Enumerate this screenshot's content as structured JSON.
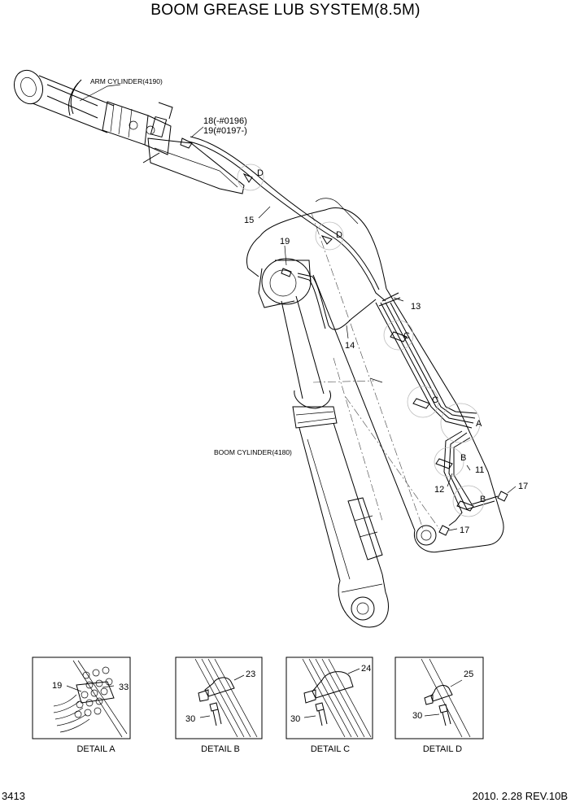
{
  "title": "BOOM GREASE LUB SYSTEM(8.5M)",
  "footer": {
    "page_number": "3413",
    "date_revision": "2010. 2.28  REV.10B"
  },
  "callouts": {
    "arm_cylinder": "ARM CYLINDER(4190)",
    "boom_cylinder": "BOOM CYLINDER(4180)",
    "p18": "18(-#0196)",
    "p19_serial": "19(#0197-)",
    "p19": "19",
    "p15": "15",
    "p14": "14",
    "p13": "13",
    "p12": "12",
    "p11": "11",
    "p17a": "17",
    "p17b": "17",
    "det_d1": "D",
    "det_d2": "D",
    "det_c1": "C",
    "det_c2": "C",
    "det_a": "A",
    "det_b1": "B",
    "det_b2": "B"
  },
  "details": [
    {
      "title": "DETAIL A",
      "labels": [
        "19",
        "33"
      ]
    },
    {
      "title": "DETAIL B",
      "labels": [
        "23",
        "30"
      ]
    },
    {
      "title": "DETAIL C",
      "labels": [
        "24",
        "30"
      ]
    },
    {
      "title": "DETAIL D",
      "labels": [
        "25",
        "30"
      ]
    }
  ]
}
